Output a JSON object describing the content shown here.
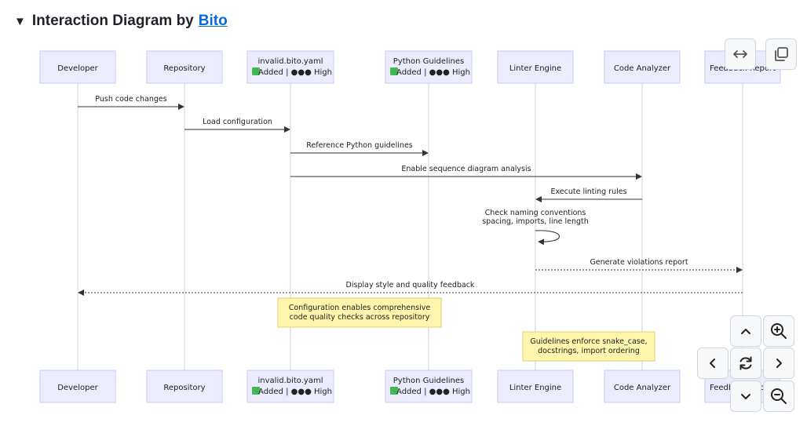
{
  "header": {
    "arrow": "▼",
    "title": "Interaction Diagram by",
    "link": "Bito"
  },
  "participants": [
    {
      "id": "dev",
      "label": "Developer"
    },
    {
      "id": "repo",
      "label": "Repository"
    },
    {
      "id": "yaml",
      "label": "invalid.bito.yaml",
      "sub": "Added | ●●● High"
    },
    {
      "id": "py",
      "label": "Python Guidelines",
      "sub": "Added | ●●● High"
    },
    {
      "id": "lint",
      "label": "Linter Engine"
    },
    {
      "id": "code",
      "label": "Code Analyzer"
    },
    {
      "id": "fb",
      "label": "Feedback Report"
    }
  ],
  "messages": [
    {
      "from": "dev",
      "to": "repo",
      "text": "Push code changes",
      "style": "solid"
    },
    {
      "from": "repo",
      "to": "yaml",
      "text": "Load configuration",
      "style": "solid"
    },
    {
      "from": "yaml",
      "to": "py",
      "text": "Reference Python guidelines",
      "style": "solid"
    },
    {
      "from": "yaml",
      "to": "code",
      "text": "Enable sequence diagram analysis",
      "style": "solid"
    },
    {
      "from": "code",
      "to": "lint",
      "text": "Execute linting rules",
      "style": "solid"
    },
    {
      "from": "lint",
      "to": "lint",
      "text": [
        "Check naming conventions",
        "spacing, imports, line length"
      ],
      "style": "solid"
    },
    {
      "from": "lint",
      "to": "fb",
      "text": "Generate violations report",
      "style": "dotted"
    },
    {
      "from": "fb",
      "to": "dev",
      "text": "Display style and quality feedback",
      "style": "dotted"
    }
  ],
  "notes": [
    {
      "text": [
        "Configuration enables comprehensive",
        "code quality checks across repository"
      ]
    },
    {
      "text": [
        "Guidelines enforce snake_case,",
        "docstrings, import ordering"
      ]
    }
  ],
  "colors": {
    "participant_fill": "#ececff",
    "participant_border": "#c9c9f5",
    "note_fill": "#fff5ad",
    "note_border": "#e0cf6f",
    "lifeline": "#d0d0e8",
    "arrow": "#333333",
    "link": "#0969da",
    "badge": "#3fb950"
  },
  "controls": {
    "expand": "expand-horizontal-icon",
    "copy": "copy-icon",
    "up": "chevron-up-icon",
    "down": "chevron-down-icon",
    "left": "chevron-left-icon",
    "right": "chevron-right-icon",
    "reset": "reset-icon",
    "zoom_in": "zoom-in-icon",
    "zoom_out": "zoom-out-icon"
  }
}
